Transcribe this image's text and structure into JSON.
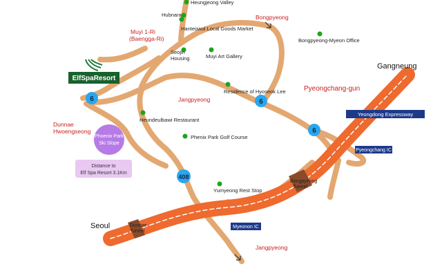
{
  "logo": {
    "text": "ElfSpaResort"
  },
  "regions": {
    "muyi_ri": "Muyi 1-Ri",
    "baengga_ri": "(Baengga-Ri)",
    "bongpyeong": "Bongpyeong",
    "jangpyeong_center": "Jangpyeong",
    "jangpyeong_south": "Jangpyeong",
    "pyeongchang_gun": "Pyeongchang-gun",
    "dunnae": "Dunnae",
    "hwoengseong": "Hwoengseong"
  },
  "cities": {
    "gangneung": "Gangneung",
    "seoul": "Seoul"
  },
  "places": {
    "heungjeong_valley": "Heungjeong Valley",
    "hubnara": "Hubnara",
    "hanteowul": "Hanteowul Local Goods Market",
    "seojin_1": "Seojin",
    "seojin_2": "Housing",
    "muyi_art": "Muyi Art Gallery",
    "bongpyeong_office": "Bongpyeong-Myeon Office",
    "hyoseok": "Residence of Hyoseok Lee",
    "heundeulbawi": "Heundeulbawi Restaurant",
    "phenix_golf": "Phenix Park Golf Course",
    "yumyeong": "Yumyeong Rest Stop"
  },
  "route_markers": {
    "r6_a": "6",
    "r6_b": "6",
    "r6_c": "6",
    "r408": "408"
  },
  "interchanges": {
    "yeongdong": "Yeongdong Expressway",
    "pyeongchang_ic": "Pyeongchang IC",
    "myeonon_ic": "Myeonon IC"
  },
  "tunnels": {
    "bongpyeong_1": "Bongpyeong",
    "bongpyeong_2": "Tunnel",
    "dunnae_1": "Dunnae",
    "dunnae_2": "Tunnel"
  },
  "ski": {
    "line1": "Phoenix Park",
    "line2": "Ski Slope",
    "distance_1": "Distance to",
    "distance_2": "Elf Spa Resort 3.1Km"
  },
  "colors": {
    "road": "#e3a871",
    "road_edge": "#c78a55",
    "expressway": "#ee6a2e",
    "tunnel": "#8a4a2a",
    "route_badge": "#2aa6ee",
    "poi_dot": "#1fa31f",
    "red_label": "#c81e1e",
    "ic_box": "#1d3a8a",
    "logo_green": "#17612d",
    "ski_circle": "#b67be6",
    "ski_box": "#e9c8f2"
  }
}
